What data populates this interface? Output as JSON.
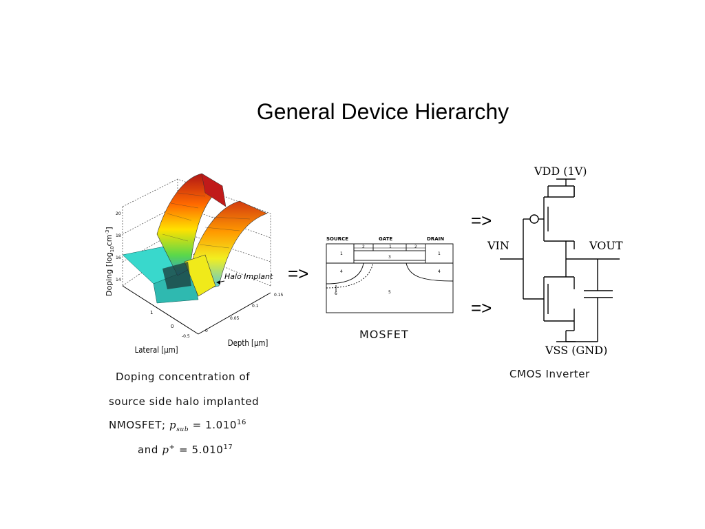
{
  "slide": {
    "title": "General Device Hierarchy"
  },
  "doping_plot": {
    "ylabel": "Doping [log",
    "ylabel_sub": "10",
    "ylabel_unit": "cm",
    "ylabel_exp": "-3",
    "ylabel_close": "]",
    "xlabel": "Lateral [µm]",
    "zlabel": "Depth [µm]",
    "annotation": "Halo Implant",
    "ticks_vertical": [
      "20",
      "18",
      "16",
      "14"
    ],
    "ticks_lateral": [
      "1",
      "0",
      "-0.5"
    ],
    "ticks_depth": [
      "0",
      "0.05",
      "0.1",
      "0.15"
    ],
    "caption_line1": "Doping concentration of",
    "caption_line2": "source side halo implanted",
    "caption_line3_a": "NMOSFET;",
    "caption_line3_var": "p",
    "caption_line3_sub": "sub",
    "caption_line3_b": "= 1.010",
    "caption_line3_exp": "16",
    "caption_line4_a": "and",
    "caption_line4_var": "p",
    "caption_line4_sup": "+",
    "caption_line4_b": "= 5.010",
    "caption_line4_exp": "17"
  },
  "mosfet": {
    "source_label": "SOURCE",
    "gate_label": "GATE",
    "drain_label": "DRAIN",
    "region_labels": [
      "1",
      "2",
      "1",
      "2",
      "1",
      "3",
      "4",
      "4",
      "5",
      "6"
    ],
    "caption": "MOSFET"
  },
  "cmos": {
    "vdd_label": "VDD (1V)",
    "vin_label": "VIN",
    "vout_label": "VOUT",
    "vss_label": "VSS (GND)",
    "caption": "CMOS Inverter"
  },
  "arrows": {
    "arrow1": "=>",
    "arrow2": "=>",
    "arrow3": "=>"
  }
}
